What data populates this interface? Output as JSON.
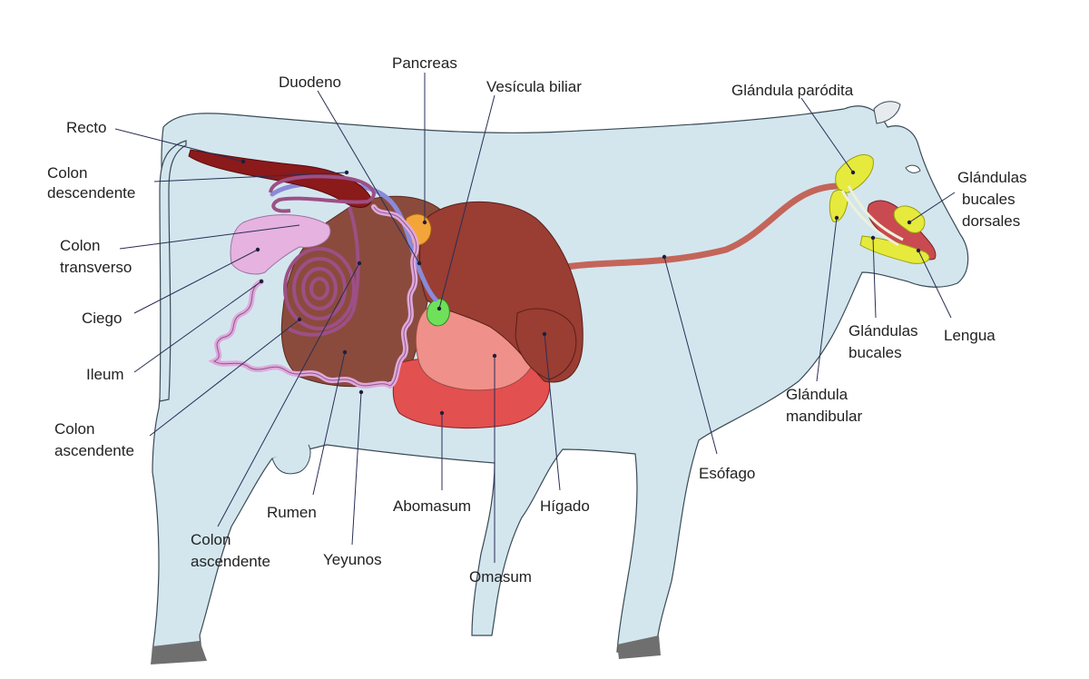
{
  "labels": {
    "recto": [
      "Recto"
    ],
    "colon_descendente": [
      "Colon",
      "descendente"
    ],
    "colon_transverso": [
      "Colon",
      "transverso"
    ],
    "ciego": [
      "Ciego"
    ],
    "ileum": [
      "Ileum"
    ],
    "colon_ascendente_1": [
      "Colon",
      "ascendente"
    ],
    "colon_ascendente_2": [
      "Colon",
      "ascendente"
    ],
    "rumen": [
      "Rumen"
    ],
    "yeyunos": [
      "Yeyunos"
    ],
    "duodeno": [
      "Duodeno"
    ],
    "pancreas": [
      "Pancreas"
    ],
    "vesicula_biliar": [
      "Vesícula biliar"
    ],
    "abomasum": [
      "Abomasum"
    ],
    "omasum": [
      "Omasum"
    ],
    "higado": [
      "Hígado"
    ],
    "esofago": [
      "Esófago"
    ],
    "glandula_parodita": [
      "Glándula paródita"
    ],
    "glandulas_bucales_dorsales": [
      "Glándulas",
      "bucales",
      "dorsales"
    ],
    "lengua": [
      "Lengua"
    ],
    "glandulas_bucales": [
      "Glándulas",
      "bucales"
    ],
    "glandula_mandibular": [
      "Glándula",
      "mandibular"
    ]
  },
  "colors": {
    "body": "#d3e6ee",
    "body_outline": "#3a4a55",
    "hoof": "#6f6f6f",
    "rumen": "#8a4b3c",
    "liver": "#9a3d33",
    "omasum": "#f0908a",
    "abomasum": "#e25050",
    "esophagus": "#c4655a",
    "rectum": "#8b1a1a",
    "colon": "#9d4f86",
    "cecum": "#e6b2e0",
    "intestine": "#e0a8dc",
    "duodenum": "#8a8ad8",
    "pancreas": "#f4a53a",
    "gallbladder": "#6fe05a",
    "glands": "#e6ea3c",
    "tongue": "#c94a50"
  }
}
